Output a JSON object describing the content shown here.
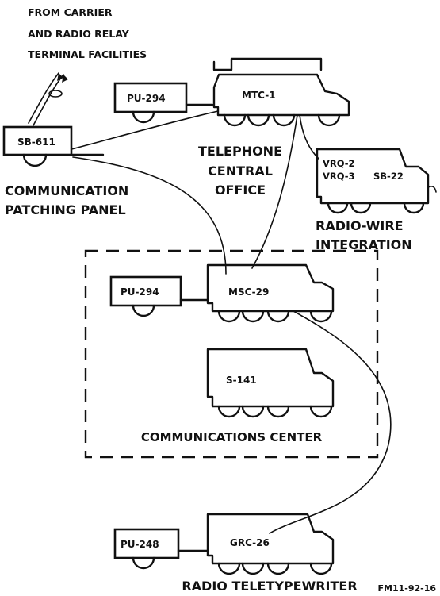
{
  "labels": {
    "source": [
      "FROM CARRIER",
      "AND RADIO RELAY",
      "TERMINAL FACILITIES"
    ],
    "patching_panel": [
      "COMMUNICATION",
      "PATCHING PANEL"
    ],
    "central_office": [
      "TELEPHONE",
      "CENTRAL",
      "OFFICE"
    ],
    "radio_wire": [
      "RADIO-WIRE",
      "INTEGRATION"
    ],
    "comm_center": "COMMUNICATIONS CENTER",
    "teletypewriter": "RADIO TELETYPEWRITER",
    "figure_id": "FM11-92-16"
  },
  "equipment": {
    "sb611": "SB-611",
    "mtc1": "MTC-1",
    "pu294_top": "PU-294",
    "vrq_line1": "VRQ-2",
    "vrq_line2": "VRQ-3",
    "sb22": "SB-22",
    "pu294_mid": "PU-294",
    "msc29": "MSC-29",
    "s141": "S-141",
    "pu248": "PU-248",
    "grc26": "GRC-26"
  }
}
